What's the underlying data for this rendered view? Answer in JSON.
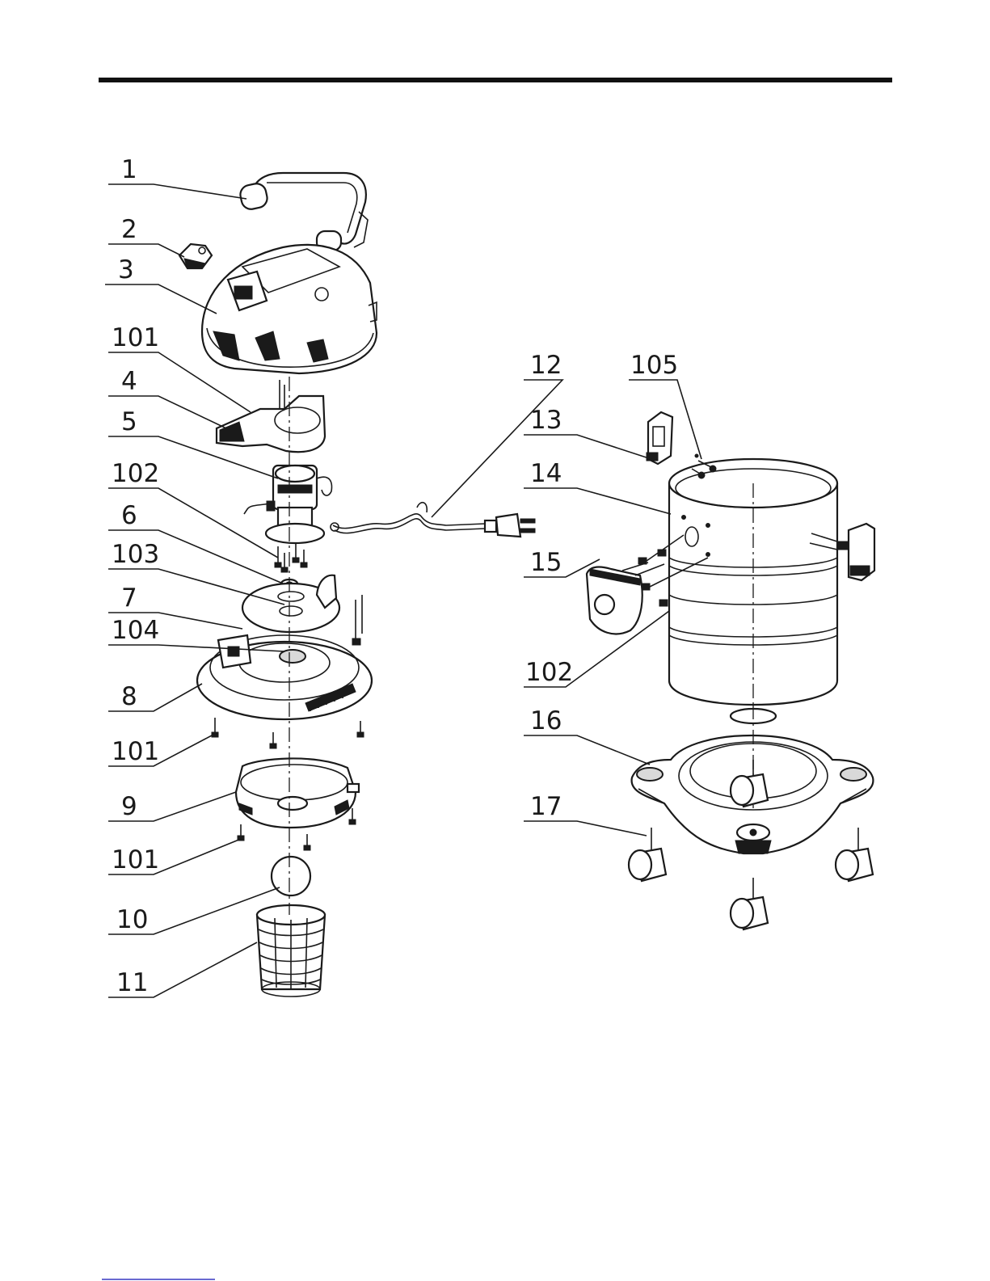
{
  "diagram": {
    "callouts": [
      {
        "id": "c1",
        "label": "1"
      },
      {
        "id": "c2",
        "label": "2"
      },
      {
        "id": "c3",
        "label": "3"
      },
      {
        "id": "c101a",
        "label": "101"
      },
      {
        "id": "c4",
        "label": "4"
      },
      {
        "id": "c5",
        "label": "5"
      },
      {
        "id": "c102a",
        "label": "102"
      },
      {
        "id": "c6",
        "label": "6"
      },
      {
        "id": "c103",
        "label": "103"
      },
      {
        "id": "c7",
        "label": "7"
      },
      {
        "id": "c104",
        "label": "104"
      },
      {
        "id": "c8",
        "label": "8"
      },
      {
        "id": "c101b",
        "label": "101"
      },
      {
        "id": "c9",
        "label": "9"
      },
      {
        "id": "c101c",
        "label": "101"
      },
      {
        "id": "c10",
        "label": "10"
      },
      {
        "id": "c11",
        "label": "11"
      },
      {
        "id": "c12",
        "label": "12"
      },
      {
        "id": "c105",
        "label": "105"
      },
      {
        "id": "c13",
        "label": "13"
      },
      {
        "id": "c14",
        "label": "14"
      },
      {
        "id": "c15",
        "label": "15"
      },
      {
        "id": "c102b",
        "label": "102"
      },
      {
        "id": "c16",
        "label": "16"
      },
      {
        "id": "c17",
        "label": "17"
      }
    ]
  }
}
